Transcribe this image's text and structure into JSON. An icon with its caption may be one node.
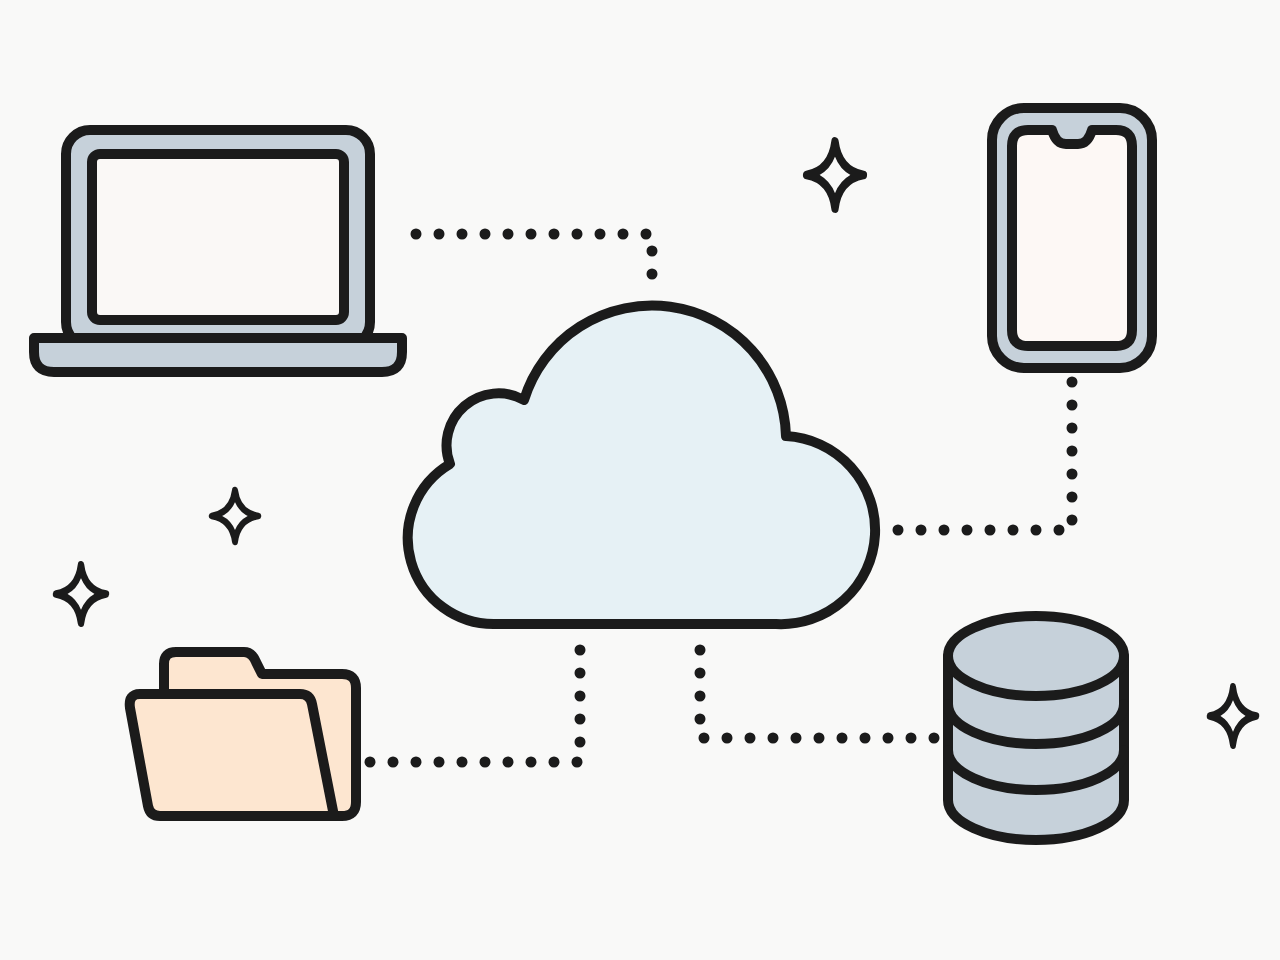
{
  "diagram": {
    "nodes": [
      {
        "text": [],
        "shape": "laptop"
      },
      {
        "text": [],
        "shape": "phone"
      },
      {
        "text": [],
        "shape": "cloud"
      },
      {
        "text": [],
        "shape": "folder"
      },
      {
        "text": [],
        "shape": "cylinder"
      }
    ],
    "edges": [
      {
        "from": 0,
        "to": 2,
        "arrow": "none",
        "style": "dashed"
      },
      {
        "from": 1,
        "to": 2,
        "arrow": "none",
        "style": "dashed"
      },
      {
        "from": 3,
        "to": 2,
        "arrow": "none",
        "style": "dashed"
      },
      {
        "from": 4,
        "to": 2,
        "arrow": "none",
        "style": "dashed"
      }
    ]
  }
}
